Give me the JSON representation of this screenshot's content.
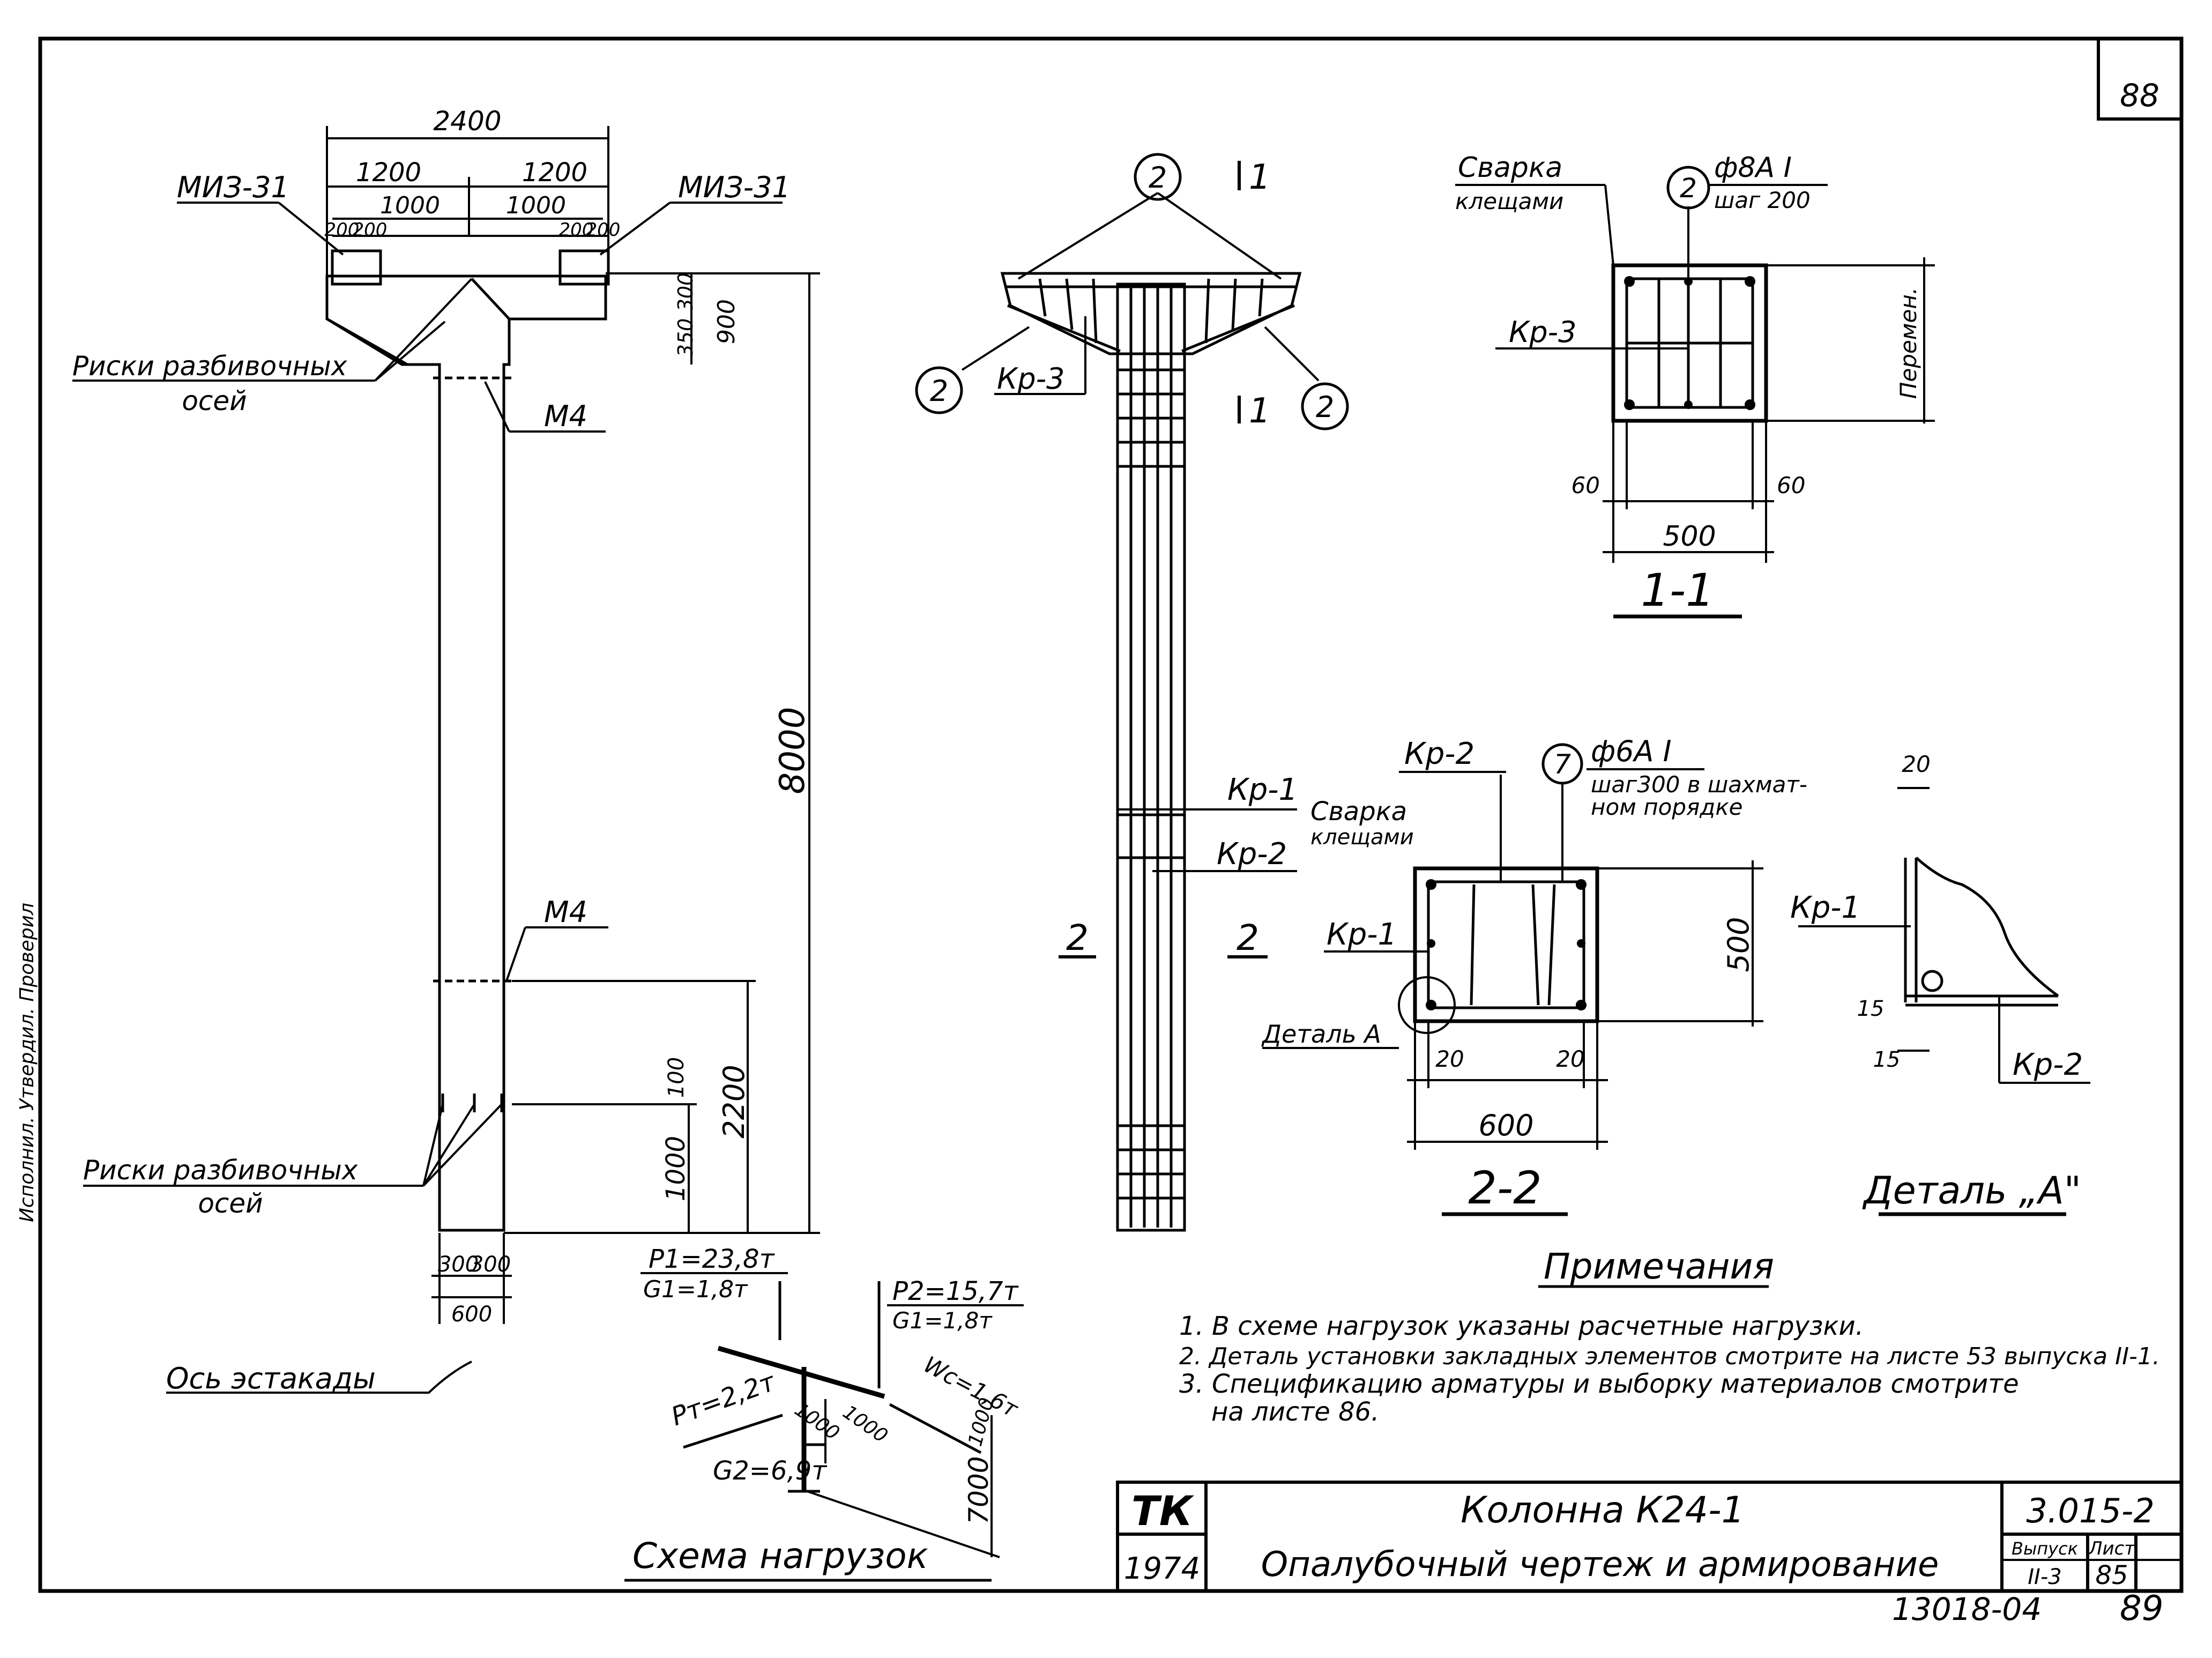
{
  "sheet_number": "88",
  "elevation": {
    "dim_2400": "2400",
    "dim_1200_left": "1200",
    "dim_1200_right": "1200",
    "dim_1000_left": "1000",
    "dim_1000_right": "1000",
    "dim_200_a": "200",
    "dim_200_b": "200",
    "dim_200_c": "200",
    "dim_200_d": "200",
    "label_miz31_left": "МИЗ-31",
    "label_miz31_right": "МИЗ-31",
    "dim_300": "300",
    "dim_350": "350",
    "dim_900": "900",
    "label_riski_top": "Риски разбивочных",
    "label_osei_top": "осей",
    "label_m4_top": "М4",
    "dim_8000": "8000",
    "label_m4_bottom": "М4",
    "dim_2200": "2200",
    "dim_100": "100",
    "dim_1000": "1000",
    "label_riski_bottom": "Риски разбивочных",
    "label_osei_bottom": "осей",
    "dim_300_a": "300",
    "dim_300_b": "300",
    "dim_600": "600",
    "label_axis": "Ось эстакады"
  },
  "reinforcement": {
    "marker_2_top": "2",
    "marker_2_left": "2",
    "marker_2_right": "2",
    "label_kr3": "Кр-3",
    "section_mark_1_top": "1",
    "section_mark_1_bottom": "1",
    "label_kr1": "Кр-1",
    "label_kr2": "Кр-2",
    "label_welding": "Сварка",
    "label_clamps": "клещами",
    "section_mark_2_left": "2",
    "section_mark_2_right": "2"
  },
  "section_1_1": {
    "label_welding": "Сварка",
    "label_clamps": "клещами",
    "marker": "2",
    "rebar_spec": "ф8А I",
    "rebar_step": "шаг 200",
    "label_kr3": "Кр-3",
    "label_variable": "Перемен.",
    "dim_60_left": "60",
    "dim_60_right": "60",
    "dim_500": "500",
    "title": "1-1"
  },
  "section_2_2": {
    "label_kr2": "Кр-2",
    "marker": "7",
    "rebar_spec": "ф6А I",
    "rebar_step_1": "шаг300 в шахмат-",
    "rebar_step_2": "ном порядке",
    "label_kr1": "Кр-1",
    "label_detail": "Деталь А",
    "dim_500": "500",
    "dim_20_left": "20",
    "dim_20_right": "20",
    "dim_600": "600",
    "title": "2-2"
  },
  "detail_a": {
    "dim_20": "20",
    "label_kr1": "Кр-1",
    "dim_15_a": "15",
    "dim_15_b": "15",
    "label_kr2": "Кр-2",
    "title": "Деталь „А\""
  },
  "load_scheme": {
    "p1": "P1=23,8т",
    "g1": "G1=1,8т",
    "p2": "P2=15,7т",
    "g2_top": "G1=1,8т",
    "w": "Wc=1,6т",
    "pt": "Pт=2,2т",
    "g2": "G2=6,9т",
    "dim_1000_a": "1000",
    "dim_1000_b": "1000",
    "dim_1000_c": "1000",
    "dim_7000": "7000",
    "title": "Схема нагрузок"
  },
  "notes": {
    "title": "Примечания",
    "items": [
      "1. В схеме нагрузок указаны расчетные нагрузки.",
      "2. Деталь установки закладных элементов смотрите на листе 53 выпуска II-1.",
      "3. Спецификацию арматуры и выборку материалов смотрите",
      "на листе 86."
    ]
  },
  "title_block": {
    "logo": "ТК",
    "year": "1974",
    "title_1": "Колонна К24-1",
    "title_2": "Опалубочный чертеж и армирование",
    "series": "3.015-2",
    "issue_label": "Выпуск",
    "issue_value": "II-3",
    "sheet_label": "Лист",
    "sheet_value": "85",
    "inventory": "13018-04",
    "page": "89"
  },
  "margin_note": "Исполнил. Утвердил. Проверил"
}
